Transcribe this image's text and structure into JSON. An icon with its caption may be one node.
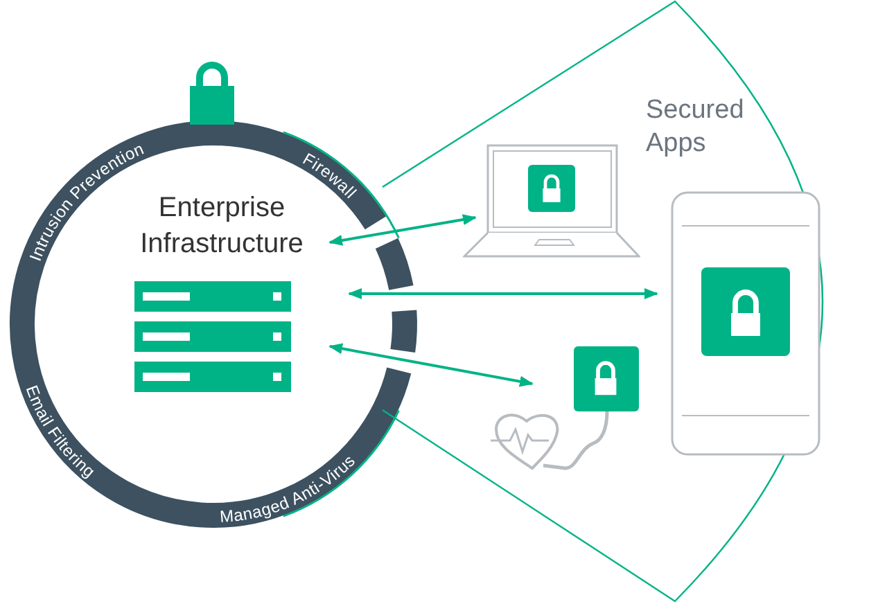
{
  "diagram": {
    "nodes": [
      {
        "text": [
          "Enterprise Infrastructure"
        ]
      },
      {
        "text": [
          "Secured Apps"
        ]
      },
      {
        "text": [],
        "shape": "picture",
        "in": 1
      },
      {
        "text": [],
        "shape": "picture",
        "in": 1
      },
      {
        "text": [],
        "shape": "picture",
        "in": 1
      }
    ],
    "edges": [
      {
        "from": 0,
        "to": 2,
        "arrow": "both"
      },
      {
        "from": 0,
        "to": 3,
        "arrow": "both"
      },
      {
        "from": 0,
        "to": 4,
        "arrow": "both"
      }
    ],
    "labels": [
      "Intrusion Prevention",
      "Firewall",
      "Email Filtering",
      "Managed Anti-Virus"
    ]
  }
}
